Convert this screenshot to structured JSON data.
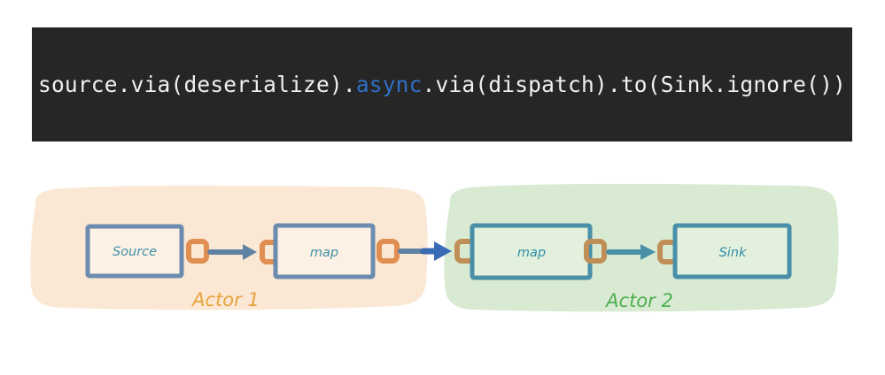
{
  "code_banner": {
    "background": "#262626",
    "text_color": "#f0f0f0",
    "keyword_color": "#2f6fc5",
    "full_text": "source.via(deserialize).async.via(dispatch).to(Sink.ignore())",
    "segment_before": "source.via(deserialize).",
    "segment_keyword": "async",
    "segment_after": ".via(dispatch).to(Sink.ignore())"
  },
  "diagram": {
    "actors": [
      {
        "label": "Actor 1",
        "label_color": "#e8a33d",
        "blob_color": "#fae8d5",
        "box_border_color": "#6b8cae",
        "box_fill_color": "#fcf1e4",
        "port_color": "#e08e52",
        "arrow_color": "#5f82a3",
        "text_color": "#3d8fa8",
        "nodes": [
          {
            "label": "Source"
          },
          {
            "label": "map"
          }
        ]
      },
      {
        "label": "Actor 2",
        "label_color": "#4caf50",
        "blob_color": "#d9ead3",
        "box_border_color": "#4a8fa8",
        "box_fill_color": "#e2f0dd",
        "port_color": "#c08f57",
        "arrow_color": "#4a8fa8",
        "text_color": "#2f8fa8",
        "nodes": [
          {
            "label": "map"
          },
          {
            "label": "Sink"
          }
        ]
      }
    ],
    "crossing_arrow": {
      "color": "#3a6bb5",
      "name": "async-boundary-arrow"
    }
  }
}
